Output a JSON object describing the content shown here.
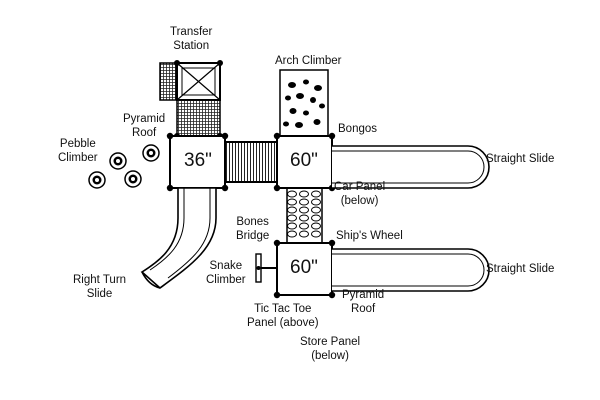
{
  "decks": {
    "deck_a": "36\"",
    "deck_b": "60\"",
    "deck_c": "60\""
  },
  "labels": {
    "transfer_station": [
      "Transfer",
      "Station"
    ],
    "arch_climber": "Arch Climber",
    "pyramid_roof_top": [
      "Pyramid",
      "Roof"
    ],
    "pebble_climber": [
      "Pebble",
      "Climber"
    ],
    "bongos": "Bongos",
    "straight_slide_top": "Straight Slide",
    "car_panel": [
      "Car Panel",
      "(below)"
    ],
    "bones_bridge": [
      "Bones",
      "Bridge"
    ],
    "ships_wheel": "Ship's Wheel",
    "snake_climber": [
      "Snake",
      "Climber"
    ],
    "straight_slide_bottom": "Straight Slide",
    "right_turn_slide": [
      "Right Turn",
      "Slide"
    ],
    "tic_tac_toe_panel": [
      "Tic Tac Toe",
      "Panel (above)"
    ],
    "pyramid_roof_bottom": [
      "Pyramid",
      "Roof"
    ],
    "store_panel": [
      "Store Panel",
      "(below)"
    ]
  },
  "colors": {
    "line": "#000000",
    "fill": "#ffffff",
    "hatch": "#444444"
  }
}
